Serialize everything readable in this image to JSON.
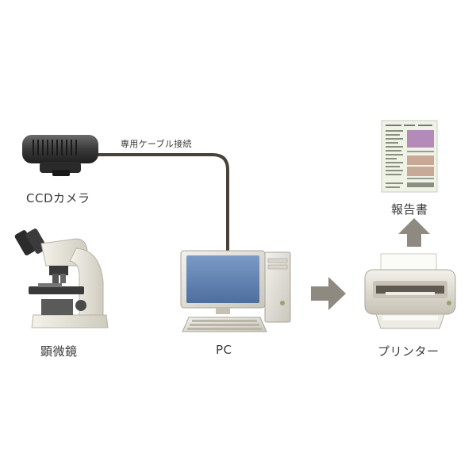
{
  "labels": {
    "ccd_camera": "CCDカメラ",
    "cable": "専用ケーブル接続",
    "microscope": "顕微鏡",
    "pc": "PC",
    "printer": "プリンター",
    "report": "報告書"
  },
  "colors": {
    "cable": "#4a4238",
    "arrow": "#8f8a80",
    "monitor_screen": "#5b7fb0",
    "report_purple": "#b48ab8",
    "report_sand": "#c8a896",
    "report_bg": "#eef3e6"
  },
  "icons": [
    "ccd-camera-icon",
    "microscope-icon",
    "pc-icon",
    "printer-icon",
    "report-icon",
    "arrow-right-icon",
    "arrow-up-icon"
  ]
}
